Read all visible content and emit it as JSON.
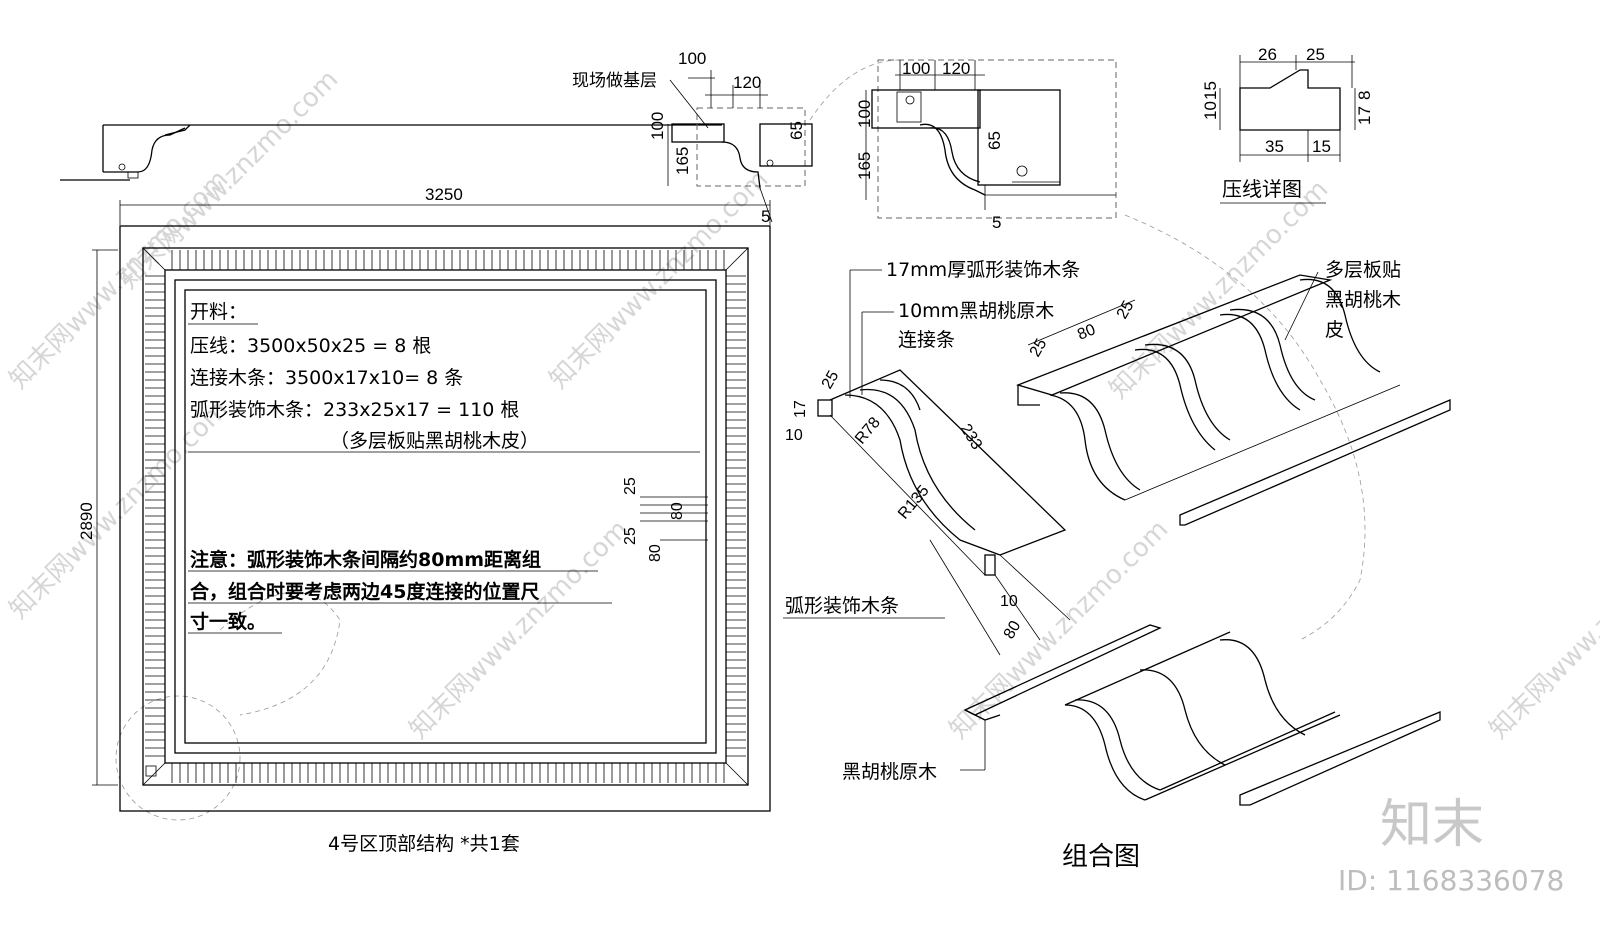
{
  "plan": {
    "width_dim": "3250",
    "height_dim": "2890",
    "title": "4号区顶部结构 *共1套"
  },
  "section": {
    "label_site_base": "现场做基层",
    "dims": {
      "d100": "100",
      "d120": "120",
      "d65": "65",
      "d165": "165",
      "d5": "5"
    }
  },
  "cutlist": {
    "title": "开料：",
    "line1": "压线：3500x50x25 = 8 根",
    "line2": "连接木条：3500x17x10= 8 条",
    "line3": "弧形装饰木条：233x25x17 = 110 根",
    "line4": "（多层板贴黑胡桃木皮）"
  },
  "note": {
    "line1": "注意：弧形装饰木条间隔约80mm距离组",
    "line2": "合，组合时要考虑两边45度连接的位置尺",
    "line3": "寸一致。"
  },
  "spacing_dims": {
    "a": "25",
    "b": "25",
    "c": "80",
    "d": "80"
  },
  "moulding_detail": {
    "title": "压线详图",
    "dims": {
      "top_a": "26",
      "top_b": "25",
      "left_a": "10",
      "left_b": "15",
      "right_a": "17",
      "right_b": "8",
      "bottom_a": "35",
      "bottom_b": "15"
    }
  },
  "arc_detail": {
    "label_strip": "17mm厚弧形装饰木条",
    "label_connector_1": "10mm黑胡桃原木",
    "label_connector_2": "连接条",
    "label_arc": "弧形装饰木条",
    "dims": {
      "d25": "25",
      "d17": "17",
      "d10": "10",
      "r8": "R78",
      "r135": "R135",
      "d233": "233",
      "d10b": "10",
      "d80": "80"
    }
  },
  "assembly": {
    "label_veneer_1": "多层板贴",
    "label_veneer_2": "黑胡桃木",
    "label_veneer_3": "皮",
    "label_walnut": "黑胡桃原木",
    "dims": {
      "a": "25",
      "b": "80",
      "c": "25"
    },
    "title": "组合图"
  },
  "brand": {
    "logo_text": "知末",
    "id_text": "ID: 1168336078",
    "watermark": "知末网www.znzmo.com"
  }
}
